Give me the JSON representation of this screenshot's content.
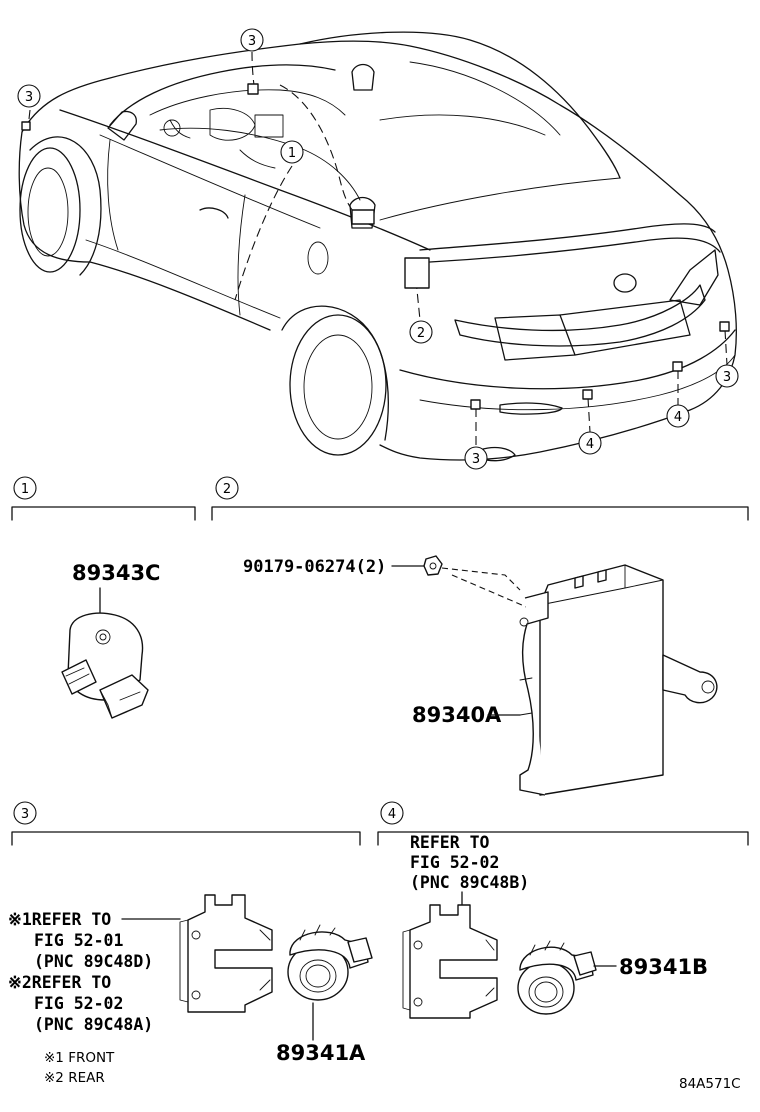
{
  "callouts": {
    "c1": "1",
    "c2": "2",
    "c3": "3",
    "c4": "4"
  },
  "sections": {
    "s1": {
      "label": "1",
      "part": "89343C"
    },
    "s2": {
      "label": "2",
      "bolt": "90179-06274(2)",
      "part": "89340A"
    },
    "s3": {
      "label": "3",
      "note1": [
        "※1REFER TO",
        "FIG 52-01",
        "(PNC 89C48D)"
      ],
      "note2": [
        "※2REFER TO",
        "FIG 52-02",
        "(PNC 89C48A)"
      ],
      "part": "89341A"
    },
    "s4": {
      "label": "4",
      "note": [
        "REFER TO",
        "FIG 52-02",
        "(PNC 89C48B)"
      ],
      "part": "89341B"
    }
  },
  "footnotes": [
    "※1 FRONT",
    "※2 REAR"
  ],
  "figure_code": "84A571C"
}
